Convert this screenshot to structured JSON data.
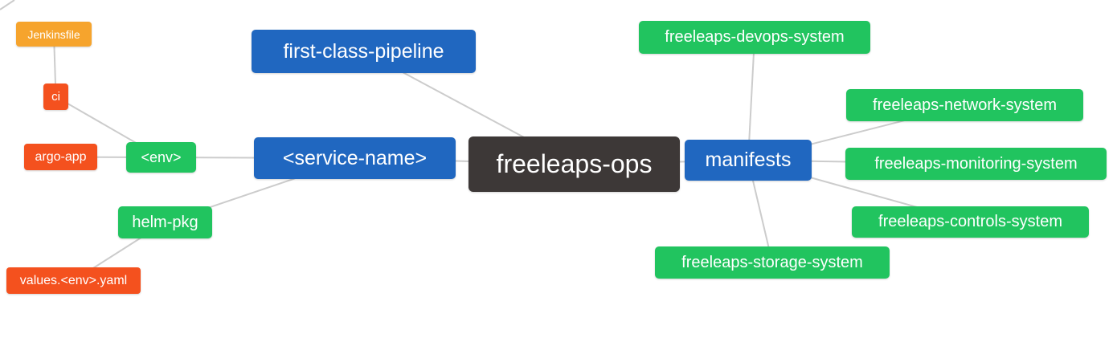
{
  "canvas": {
    "background": "#ffffff"
  },
  "colors": {
    "connector": "#cccccc",
    "node_text": "#ffffff",
    "blue": "#2067c0",
    "green": "#21c45f",
    "orange": "#f6a42d",
    "red": "#f4511e",
    "dark": "#3d3837"
  },
  "nodes": {
    "freeleaps-ops": {
      "label": "freeleaps-ops",
      "color": "#3d3837"
    },
    "first-class-pipeline": {
      "label": "first-class-pipeline",
      "color": "#2067c0"
    },
    "service-name": {
      "label": "<service-name>",
      "color": "#2067c0"
    },
    "manifests": {
      "label": "manifests",
      "color": "#2067c0"
    },
    "env": {
      "label": "<env>",
      "color": "#21c45f"
    },
    "helm-pkg": {
      "label": "helm-pkg",
      "color": "#21c45f"
    },
    "jenkinsfile": {
      "label": "Jenkinsfile",
      "color": "#f6a42d"
    },
    "ci": {
      "label": "ci",
      "color": "#f4511e"
    },
    "argo-app": {
      "label": "argo-app",
      "color": "#f4511e"
    },
    "values-env-yaml": {
      "label": "values.<env>.yaml",
      "color": "#f4511e"
    },
    "freeleaps-devops-system": {
      "label": "freeleaps-devops-system",
      "color": "#21c45f"
    },
    "freeleaps-network-system": {
      "label": "freeleaps-network-system",
      "color": "#21c45f"
    },
    "freeleaps-monitoring-system": {
      "label": "freeleaps-monitoring-system",
      "color": "#21c45f"
    },
    "freeleaps-controls-system": {
      "label": "freeleaps-controls-system",
      "color": "#21c45f"
    },
    "freeleaps-storage-system": {
      "label": "freeleaps-storage-system",
      "color": "#21c45f"
    }
  },
  "edges": [
    {
      "from": "freeleaps-ops",
      "to": "first-class-pipeline"
    },
    {
      "from": "freeleaps-ops",
      "to": "service-name"
    },
    {
      "from": "freeleaps-ops",
      "to": "manifests"
    },
    {
      "from": "service-name",
      "to": "env"
    },
    {
      "from": "service-name",
      "to": "helm-pkg"
    },
    {
      "from": "env",
      "to": "ci"
    },
    {
      "from": "env",
      "to": "argo-app"
    },
    {
      "from": "ci",
      "to": "jenkinsfile"
    },
    {
      "from": "helm-pkg",
      "to": "values-env-yaml"
    },
    {
      "from": "manifests",
      "to": "freeleaps-devops-system"
    },
    {
      "from": "manifests",
      "to": "freeleaps-network-system"
    },
    {
      "from": "manifests",
      "to": "freeleaps-monitoring-system"
    },
    {
      "from": "manifests",
      "to": "freeleaps-controls-system"
    },
    {
      "from": "manifests",
      "to": "freeleaps-storage-system"
    }
  ],
  "extra_segments": [
    [
      18,
      0,
      0,
      12
    ]
  ]
}
